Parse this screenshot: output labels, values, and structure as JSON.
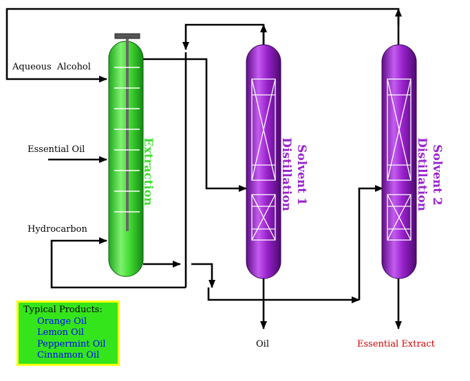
{
  "inputs": {
    "aqueous_alcohol": "Aqueous  Alcohol",
    "essential_oil": "Essential Oil",
    "hydrocarbon": "Hydrocarbon"
  },
  "columns": {
    "extraction": {
      "line1": "Extraction",
      "color": "#44dd33"
    },
    "solvent1": {
      "line1": "Solvent 1",
      "line2": "Distillation",
      "color": "#9922cc"
    },
    "solvent2": {
      "line1": "Solvent 2",
      "line2": "Distillation",
      "color": "#9922cc"
    }
  },
  "outputs": {
    "oil": {
      "label": "Oil",
      "color": "#000000"
    },
    "essential_extract": {
      "label": "Essential Extract",
      "color": "#cc0000"
    }
  },
  "products": {
    "title": "Typical Products:",
    "items": [
      "Orange Oil",
      "Lemon Oil",
      "Peppermint Oil",
      "Cinnamon Oil"
    ]
  },
  "colors": {
    "extraction_column": "#44dd33",
    "distillation_column": "#9922cc",
    "products_box_bg": "#35e51c",
    "products_box_border": "#ffff00",
    "products_text": "#0000ff"
  }
}
